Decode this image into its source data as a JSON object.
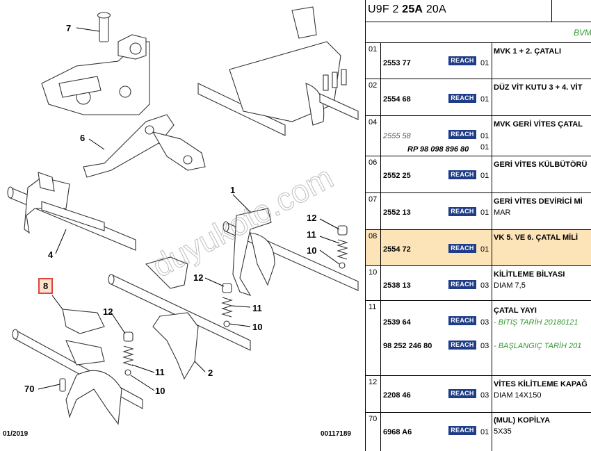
{
  "diagram": {
    "callouts": [
      "7",
      "6",
      "1",
      "4",
      "8",
      "12",
      "11",
      "10",
      "12",
      "11",
      "10",
      "12",
      "11",
      "10",
      "2",
      "70"
    ],
    "footer_date": "01/2019",
    "footer_ref": "00117189",
    "watermark": "duyukoto.com"
  },
  "table": {
    "code_prefix": "U9F 2 ",
    "code_bold": "25A",
    "code_suffix": " 20A",
    "category": "BVM",
    "badge": "REACH",
    "rows": [
      {
        "idx": "01",
        "pn": "2553 77",
        "qty": "01",
        "desc": "MVK 1 + 2. ÇATALI"
      },
      {
        "idx": "02",
        "pn": "2554 68",
        "qty": "01",
        "desc": "DÜZ VİT KUTU 3 + 4. VİT"
      },
      {
        "idx": "04",
        "pn": "2555 58",
        "qty": "01",
        "rp": "RP 98 098 896 80",
        "qty2": "01",
        "desc": "MVK GERİ VİTES ÇATAL"
      },
      {
        "idx": "06",
        "pn": "2552 25",
        "qty": "01",
        "desc": "GERİ VİTES KÜLBÜTÖRÜ"
      },
      {
        "idx": "07",
        "pn": "2552 13",
        "qty": "01",
        "desc": "GERİ VİTES DEVİRİCİ Mİ",
        "desc2": "MAR"
      },
      {
        "idx": "08",
        "pn": "2554 72",
        "qty": "01",
        "desc": "VK 5. VE 6. ÇATAL MİLİ"
      },
      {
        "idx": "10",
        "pn": "2538 13",
        "qty": "03",
        "desc": "KİLİTLEME BİLYASI",
        "desc2": "DIAM 7,5"
      },
      {
        "idx": "11",
        "pn": "2539 64",
        "qty": "03",
        "desc": "ÇATAL YAYI",
        "desc2": "- BİTİŞ TARİH 20180121",
        "pn2": "98 252 246 80",
        "qty2": "03",
        "desc3": "- BAŞLANGIÇ TARİH 201"
      },
      {
        "idx": "12",
        "pn": "2208 46",
        "qty": "03",
        "desc": "VİTES KİLİTLEME KAPAĞ",
        "desc2": "DIAM 14X150"
      },
      {
        "idx": "70",
        "pn": "6968 A6",
        "qty": "01",
        "desc": "(MUL) KOPİLYA",
        "desc2": "5X35"
      }
    ]
  },
  "colors": {
    "reach_badge": "#1f3c88",
    "highlight_row": "#fde3b8",
    "highlight_callout": "#e0453a",
    "green_text": "#2e9a2e"
  }
}
